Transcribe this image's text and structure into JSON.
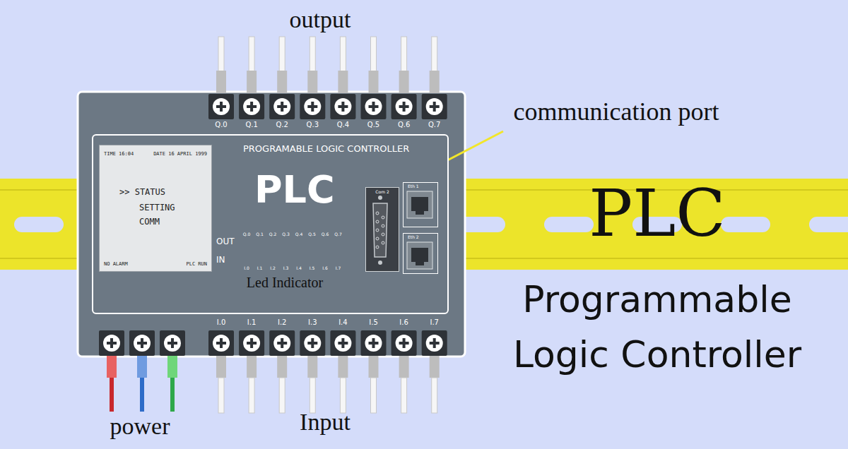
{
  "diagram": {
    "title": "PLC",
    "nodes": [
      {
        "text": [
          "PROGRAMABLE LOGIC CONTROLLER",
          "PLC"
        ]
      },
      {
        "text": [
          "TIME 16:04",
          "DATE 16 APRIL 1999",
          ">> STATUS",
          "SETTING",
          "COMM",
          "NO ALARM",
          "PLC RUN"
        ],
        "in": 0
      },
      {
        "text": [
          "Com 2"
        ],
        "in": 0
      },
      {
        "text": [
          "Eth 1"
        ],
        "in": 0
      },
      {
        "text": [
          "Eth 2"
        ],
        "in": 0
      }
    ],
    "labels": [
      "output",
      "communication port",
      "power",
      "Input",
      "Programmable Logic Controller",
      "Q.0",
      "Q.1",
      "Q.2",
      "Q.3",
      "Q.4",
      "Q.5",
      "Q.6",
      "Q.7",
      "I.0",
      "I.1",
      "I.2",
      "I.3",
      "I.4",
      "I.5",
      "I.6",
      "I.7",
      "OUT",
      "IN",
      "Q.0",
      "Q.1",
      "Q.2",
      "Q.3",
      "Q.4",
      "Q.5",
      "Q.6",
      "Q.7",
      "I.0",
      "I.1",
      "I.2",
      "I.3",
      "I.4",
      "I.5",
      "I.6",
      "I.7",
      "Led Indicator"
    ]
  }
}
